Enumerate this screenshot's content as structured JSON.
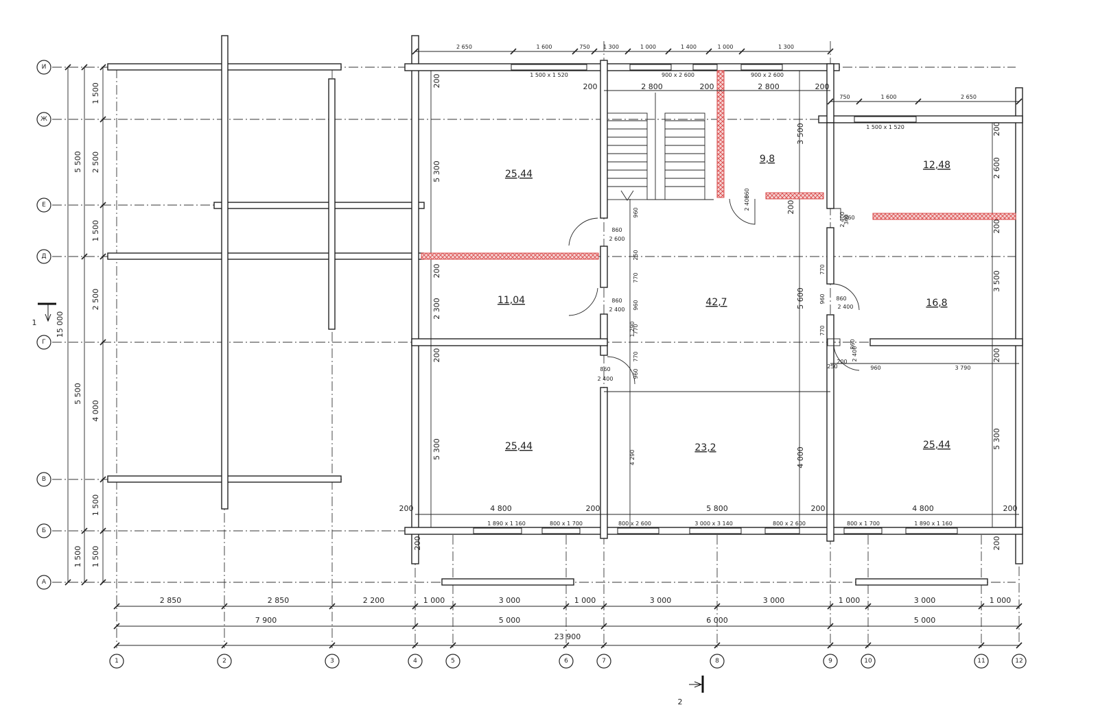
{
  "palette": {
    "partition": "#d94a4a",
    "line": "#222222",
    "background": "#ffffff"
  },
  "rooms": [
    "25,44",
    "9,8",
    "12,48",
    "11,04",
    "42,7",
    "16,8",
    "25,44",
    "23,2",
    "25,44"
  ],
  "grid_rows": [
    "И",
    "Ж",
    "Е",
    "Д",
    "Г",
    "В",
    "Б",
    "А"
  ],
  "grid_cols": [
    "1",
    "2",
    "3",
    "4",
    "5",
    "6",
    "7",
    "8",
    "9",
    "10",
    "11",
    "12"
  ],
  "bottom_dims_1": [
    "2 850",
    "2 850",
    "2 200",
    "1 000",
    "3 000",
    "1 000",
    "3 000",
    "3 000",
    "1 000",
    "3 000",
    "1 000"
  ],
  "bottom_dims_2": [
    "7 900",
    "5 000",
    "6 000",
    "5 000"
  ],
  "bottom_total": "23 900",
  "left_dims_1": [
    "1 500",
    "2 500",
    "1 500",
    "2 500",
    "4 000",
    "1 500",
    "1 500"
  ],
  "left_dims_2": [
    "5 500",
    "5 500",
    "1 500"
  ],
  "left_total": "15 000",
  "top_dims": [
    "2 650",
    "1 600",
    "750",
    "1 300",
    "1 000",
    "1 400",
    "1 000",
    "1 300"
  ],
  "right_top_dims": [
    "750",
    "1 600",
    "2 650"
  ],
  "windows": [
    "1 500 x 1 520",
    "900 x 2 600",
    "900 x 2 600",
    "1 500 x 1 520",
    "1 890 x 1 160",
    "800 x 1 700",
    "800 x 2 600",
    "3 000 x 3 140",
    "800 x 2 600",
    "800 x 1 700",
    "1 890 x 1 160"
  ],
  "interior_dims": [
    "2 800",
    "2 800",
    "4 800",
    "5 800",
    "4 800",
    "200",
    "200",
    "200",
    "200",
    "200",
    "200",
    "200",
    "200"
  ],
  "vertical_dims": [
    "5 300",
    "2 300",
    "5 300",
    "3 500",
    "5 600",
    "4 000",
    "2 600",
    "3 500",
    "5 300",
    "4 290",
    "1 290",
    "200",
    "200",
    "200",
    "200",
    "200",
    "200",
    "200",
    "200",
    "200"
  ],
  "doors": [
    "860",
    "2 600",
    "860",
    "2 400",
    "860",
    "2 400",
    "860",
    "2 400",
    "860",
    "2 400",
    "860",
    "2 400",
    "860",
    "2 400"
  ],
  "small_dims": [
    "960",
    "250",
    "770",
    "960",
    "770",
    "770",
    "960",
    "250",
    "960",
    "3 790",
    "770",
    "960",
    "770",
    "360"
  ],
  "sections": [
    "1",
    "2"
  ]
}
